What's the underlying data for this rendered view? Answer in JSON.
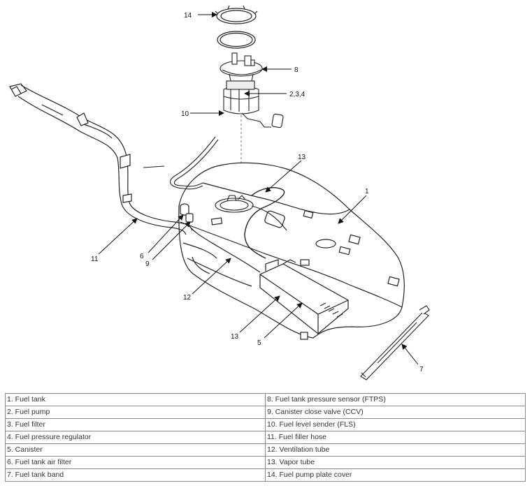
{
  "callouts": {
    "c1": "1",
    "c5": "5",
    "c6": "6",
    "c7": "7",
    "c8": "8",
    "c9": "9",
    "c10": "10",
    "c11": "11",
    "c12": "12",
    "c13_top": "13",
    "c13_bottom": "13",
    "c14": "14",
    "c234": "2,3,4"
  },
  "legend": {
    "rows": [
      [
        "1. Fuel tank",
        "8. Fuel tank pressure sensor (FTPS)"
      ],
      [
        "2. Fuel pump",
        "9. Canister close valve (CCV)"
      ],
      [
        "3. Fuel filter",
        "10. Fuel level sender (FLS)"
      ],
      [
        "4. Fuel pressure regulator",
        "11. Fuel filler hose"
      ],
      [
        "5. Canister",
        "12. Ventilation tube"
      ],
      [
        "6. Fuel tank air filter",
        "13. Vapor tube"
      ],
      [
        "7. Fuel tank band",
        "14. Fuel pump plate cover"
      ]
    ]
  }
}
